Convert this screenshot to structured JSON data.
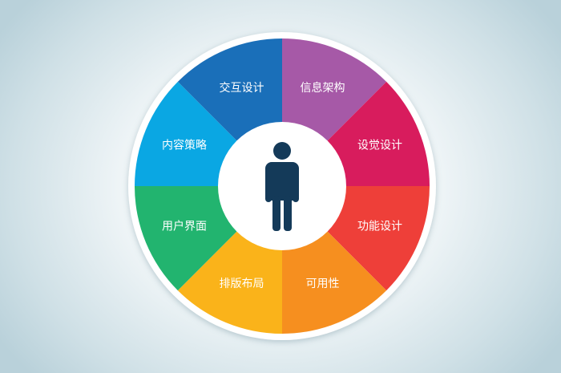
{
  "diagram": {
    "center_icon": "person-icon",
    "segments": [
      {
        "id": "info-arch",
        "label": "信息架构",
        "color": "#a659a7"
      },
      {
        "id": "visual",
        "label": "设觉设计",
        "color": "#d81c5d"
      },
      {
        "id": "function",
        "label": "功能设计",
        "color": "#ee3f39"
      },
      {
        "id": "usability",
        "label": "可用性",
        "color": "#f68f1f"
      },
      {
        "id": "layout",
        "label": "排版布局",
        "color": "#fab31a"
      },
      {
        "id": "ui",
        "label": "用户界面",
        "color": "#22b46f"
      },
      {
        "id": "content",
        "label": "内容策略",
        "color": "#0aa7e3"
      },
      {
        "id": "interaction",
        "label": "交互设计",
        "color": "#1a6fb9"
      }
    ],
    "colors": {
      "center_bg": "#ffffff",
      "person": "#143a59",
      "rim": "#ffffff"
    }
  }
}
